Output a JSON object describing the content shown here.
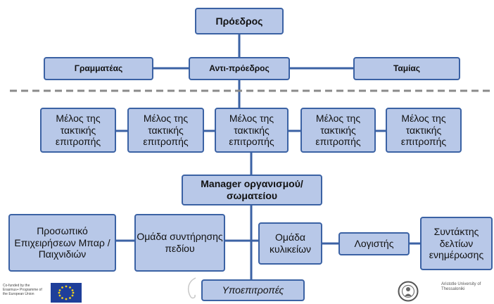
{
  "chart": {
    "president": "Πρόεδρος",
    "secretary": "Γραμματέας",
    "vice_president": "Αντι-πρόεδρος",
    "treasurer": "Ταμίας",
    "committee_members": [
      "Μέλος της τακτικής επιτροπής",
      "Μέλος της τακτικής επιτροπής",
      "Μέλος της τακτικής επιτροπής",
      "Μέλος της τακτικής επιτροπής",
      "Μέλος της τακτικής επιτροπής"
    ],
    "manager": "Manager οργανισμού/ σωματείου",
    "bar_staff": "Προσωπικό Επιχειρήσεων Μπαρ / Παιχνιδιών",
    "maintenance_team": "Ομάδα συντήρησης πεδίου",
    "canteen_team": "Ομάδα κυλικείων",
    "accountant": "Λογιστής",
    "newsletter_editor": "Συντάκτης δελτίων ενημέρωσης",
    "subcommittees": "Υποεπιτροπές"
  },
  "colors": {
    "box_fill": "#b8c8e8",
    "box_border": "#3b62a4",
    "divider": "#8a8a8a"
  },
  "footer": {
    "eu_logo_text": "Co-funded by the Erasmus+ Programme of the European Union",
    "university_logo_text": "Aristotle University of Thessaloniki"
  }
}
